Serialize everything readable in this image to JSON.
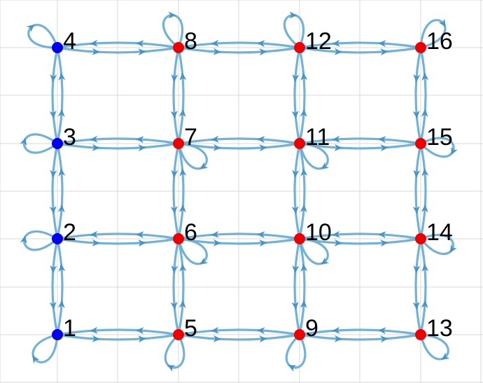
{
  "graph": {
    "nodes": [
      {
        "id": "1",
        "label": "1",
        "color": "#0000ee"
      },
      {
        "id": "2",
        "label": "2",
        "color": "#0000ee"
      },
      {
        "id": "3",
        "label": "3",
        "color": "#0000ee"
      },
      {
        "id": "4",
        "label": "4",
        "color": "#0000ee"
      },
      {
        "id": "5",
        "label": "5",
        "color": "#ee0000"
      },
      {
        "id": "6",
        "label": "6",
        "color": "#ee0000"
      },
      {
        "id": "7",
        "label": "7",
        "color": "#ee0000"
      },
      {
        "id": "8",
        "label": "8",
        "color": "#ee0000"
      },
      {
        "id": "9",
        "label": "9",
        "color": "#ee0000"
      },
      {
        "id": "10",
        "label": "10",
        "color": "#ee0000"
      },
      {
        "id": "11",
        "label": "11",
        "color": "#ee0000"
      },
      {
        "id": "12",
        "label": "12",
        "color": "#ee0000"
      },
      {
        "id": "13",
        "label": "13",
        "color": "#ee0000"
      },
      {
        "id": "14",
        "label": "14",
        "color": "#ee0000"
      },
      {
        "id": "15",
        "label": "15",
        "color": "#ee0000"
      },
      {
        "id": "16",
        "label": "16",
        "color": "#ee0000"
      }
    ],
    "edge_color": "#6aaed6",
    "arrow_color": "#4a95c8",
    "grid_color": "#d9d9d9"
  }
}
